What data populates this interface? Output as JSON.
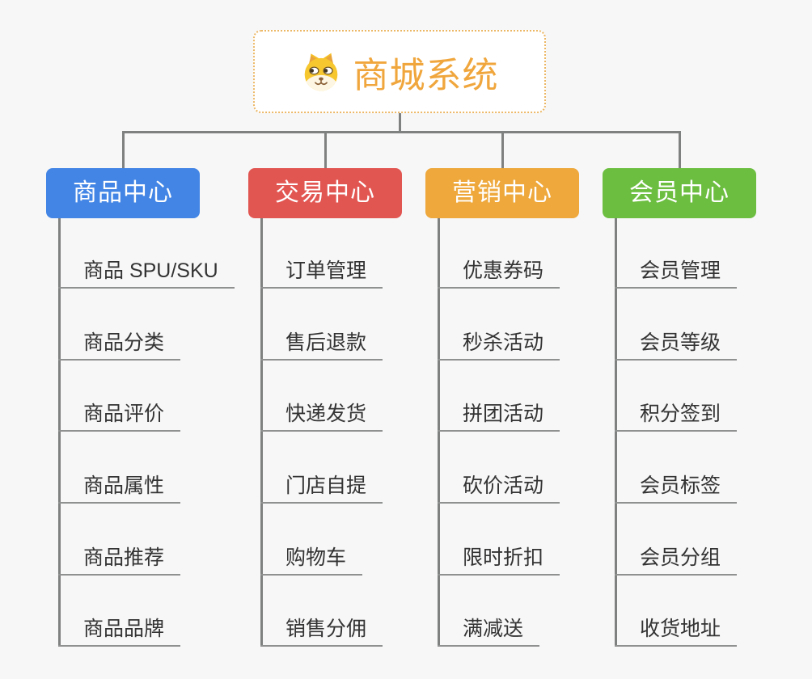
{
  "root": {
    "title": "商城系统",
    "icon": "dog-face-icon",
    "text_color": "#f0a63c",
    "border_color": "#ecb765"
  },
  "branches": [
    {
      "label": "商品中心",
      "color": "#4285e5",
      "items": [
        "商品 SPU/SKU",
        "商品分类",
        "商品评价",
        "商品属性",
        "商品推荐",
        "商品品牌"
      ]
    },
    {
      "label": "交易中心",
      "color": "#e25652",
      "items": [
        "订单管理",
        "售后退款",
        "快递发货",
        "门店自提",
        "购物车",
        "销售分佣"
      ]
    },
    {
      "label": "营销中心",
      "color": "#eea83b",
      "items": [
        "优惠券码",
        "秒杀活动",
        "拼团活动",
        "砍价活动",
        "限时折扣",
        "满减送"
      ]
    },
    {
      "label": "会员中心",
      "color": "#6cbe40",
      "items": [
        "会员管理",
        "会员等级",
        "积分签到",
        "会员标签",
        "会员分组",
        "收货地址"
      ]
    }
  ],
  "colors": {
    "background": "#f7f7f8",
    "connector": "#7f8080",
    "underline": "#8f9090",
    "item_text": "#333333"
  }
}
